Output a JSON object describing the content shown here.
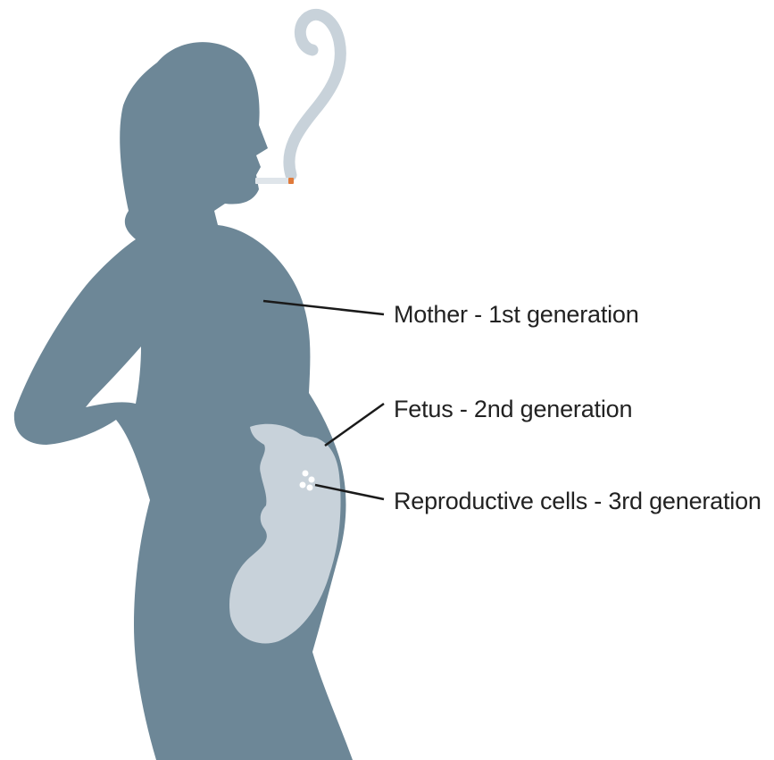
{
  "colors": {
    "silhouette": "#6d8797",
    "fetus": "#c8d2da",
    "smoke": "#c8d2da",
    "cigarette": "#dfe5ea",
    "ember": "#e07a3a",
    "cells": "#ffffff",
    "leader_lines": "#1a1a1a",
    "background": "#ffffff"
  },
  "icons": {
    "figure": "pregnant-woman-smoking-silhouette"
  },
  "labels": {
    "mother": "Mother - 1st generation",
    "fetus": "Fetus - 2nd generation",
    "cells": "Reproductive cells - 3rd generation"
  }
}
